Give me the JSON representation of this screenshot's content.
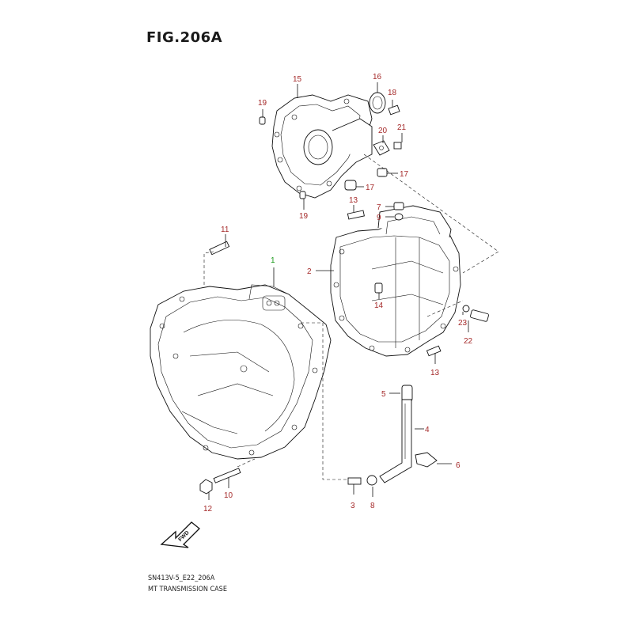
{
  "figure": {
    "title": "FIG.206A",
    "code": "SN413V-5_E22_206A",
    "name": "MT TRANSMISSION CASE"
  },
  "labels": [
    {
      "id": "1",
      "highlight": true
    },
    {
      "id": "2"
    },
    {
      "id": "3"
    },
    {
      "id": "4"
    },
    {
      "id": "5"
    },
    {
      "id": "6"
    },
    {
      "id": "7"
    },
    {
      "id": "8"
    },
    {
      "id": "9"
    },
    {
      "id": "10"
    },
    {
      "id": "11"
    },
    {
      "id": "12"
    },
    {
      "id": "13"
    },
    {
      "id": "13"
    },
    {
      "id": "14"
    },
    {
      "id": "15"
    },
    {
      "id": "16"
    },
    {
      "id": "17"
    },
    {
      "id": "17"
    },
    {
      "id": "18"
    },
    {
      "id": "19"
    },
    {
      "id": "19"
    },
    {
      "id": "20"
    },
    {
      "id": "21"
    },
    {
      "id": "22"
    },
    {
      "id": "23"
    }
  ],
  "direction_arrow": "FWD",
  "colors": {
    "label": "#a52a2a",
    "highlight_label": "#1a9a1a",
    "line": "#111111"
  }
}
